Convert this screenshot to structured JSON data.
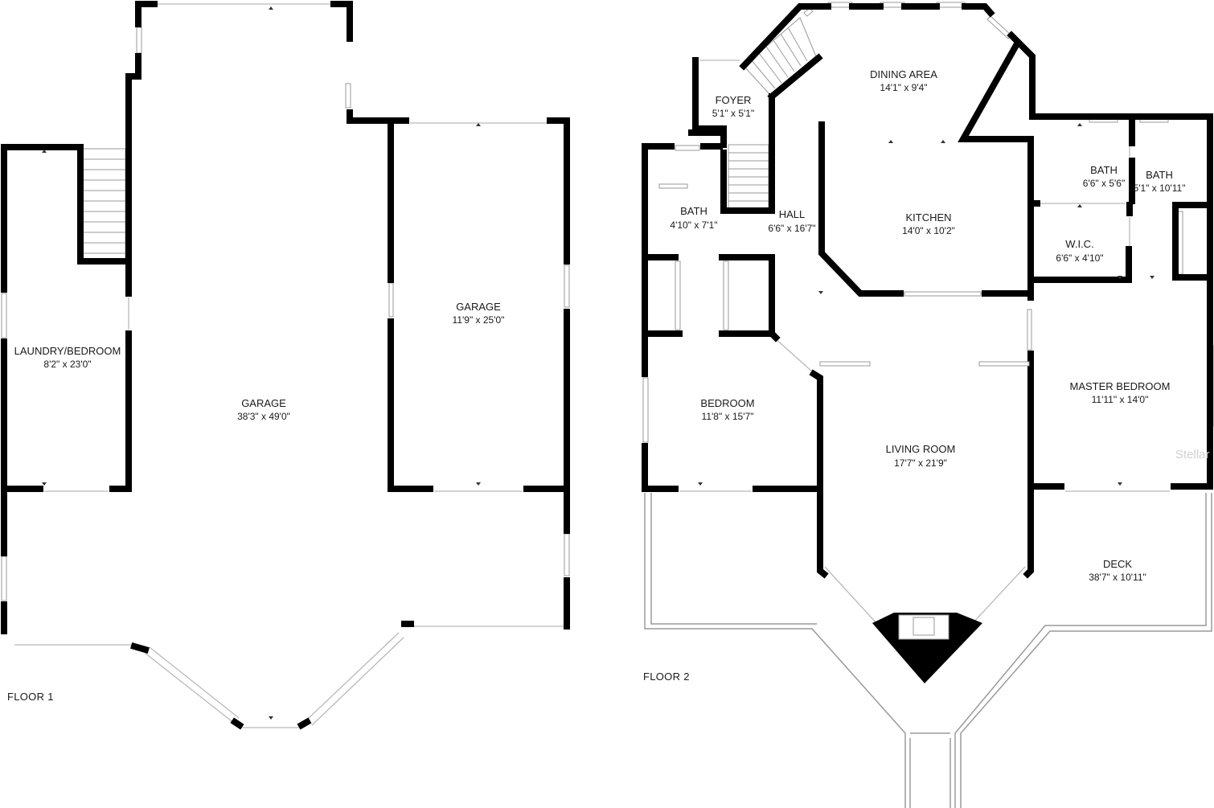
{
  "floors": [
    {
      "label": "FLOOR 1",
      "rooms": [
        {
          "name": "LAUNDRY/BEDROOM",
          "size": "8'2\" x 23'0\""
        },
        {
          "name": "GARAGE",
          "size": "38'3\" x 49'0\""
        },
        {
          "name": "GARAGE",
          "size": "11'9\" x 25'0\""
        }
      ]
    },
    {
      "label": "FLOOR 2",
      "rooms": [
        {
          "name": "FOYER",
          "size": "5'1\" x 5'1\""
        },
        {
          "name": "DINING AREA",
          "size": "14'1\" x 9'4\""
        },
        {
          "name": "BATH",
          "size": "4'10\" x 7'1\""
        },
        {
          "name": "HALL",
          "size": "6'6\" x 16'7\""
        },
        {
          "name": "KITCHEN",
          "size": "14'0\" x 10'2\""
        },
        {
          "name": "BATH",
          "size": "6'6\" x 5'6\""
        },
        {
          "name": "BATH",
          "size": "5'1\" x 10'11\""
        },
        {
          "name": "W.I.C.",
          "size": "6'6\" x 4'10\""
        },
        {
          "name": "MASTER BEDROOM",
          "size": "11'11\" x 14'0\""
        },
        {
          "name": "BEDROOM",
          "size": "11'8\" x 15'7\""
        },
        {
          "name": "LIVING ROOM",
          "size": "17'7\" x 21'9\""
        },
        {
          "name": "DECK",
          "size": "38'7\" x 10'11\""
        }
      ]
    }
  ],
  "watermark": "Stellar"
}
